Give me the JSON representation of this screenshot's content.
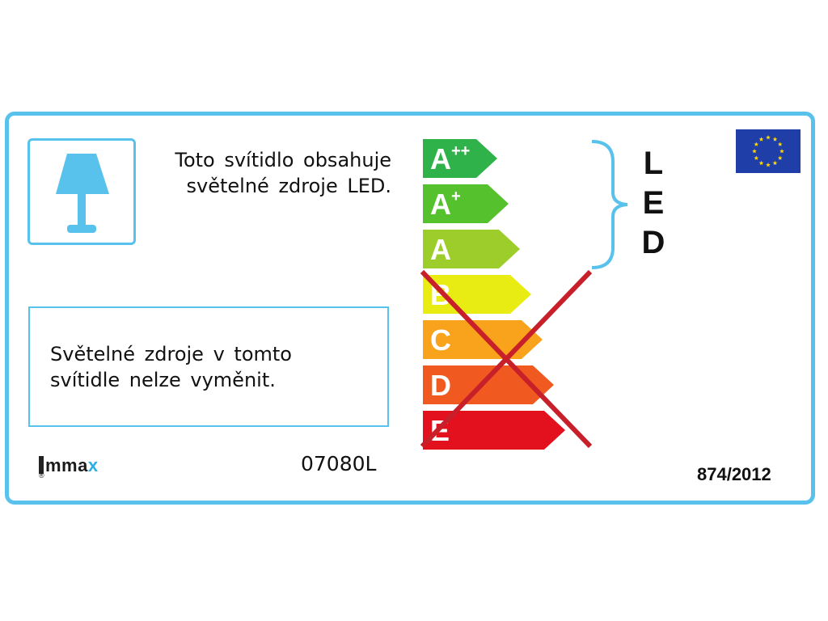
{
  "intro_text": {
    "line1": "Toto svítidlo obsahuje",
    "line2": "světelné zdroje LED."
  },
  "notice_text": {
    "line1": "Světelné zdroje v tomto",
    "line2": "svítidle nelze vyměnit."
  },
  "energy_classes": [
    {
      "base": "A",
      "sup": "++",
      "color": "#2fb24a",
      "crossed": false
    },
    {
      "base": "A",
      "sup": "+",
      "color": "#55c12c",
      "crossed": false
    },
    {
      "base": "A",
      "sup": "",
      "color": "#9ccd2a",
      "crossed": false
    },
    {
      "base": "B",
      "sup": "",
      "color": "#e9ec13",
      "crossed": true
    },
    {
      "base": "C",
      "sup": "",
      "color": "#f9a21b",
      "crossed": true
    },
    {
      "base": "D",
      "sup": "",
      "color": "#f0591f",
      "crossed": true
    },
    {
      "base": "E",
      "sup": "",
      "color": "#e3101e",
      "crossed": true
    }
  ],
  "led_letters": [
    "L",
    "E",
    "D"
  ],
  "brand": {
    "prefix": "mma",
    "suffix": "x",
    "reg": "®"
  },
  "model_number": "07080L",
  "regulation": "874/2012",
  "colors": {
    "frame": "#58c2ec",
    "cross": "#c8202a",
    "eu_blue": "#1f3ea8",
    "eu_star": "#ffd800",
    "brand_accent": "#2bb0e4"
  },
  "icons": {
    "lamp": "table-lamp-icon",
    "eu_flag": "eu-flag-icon"
  }
}
